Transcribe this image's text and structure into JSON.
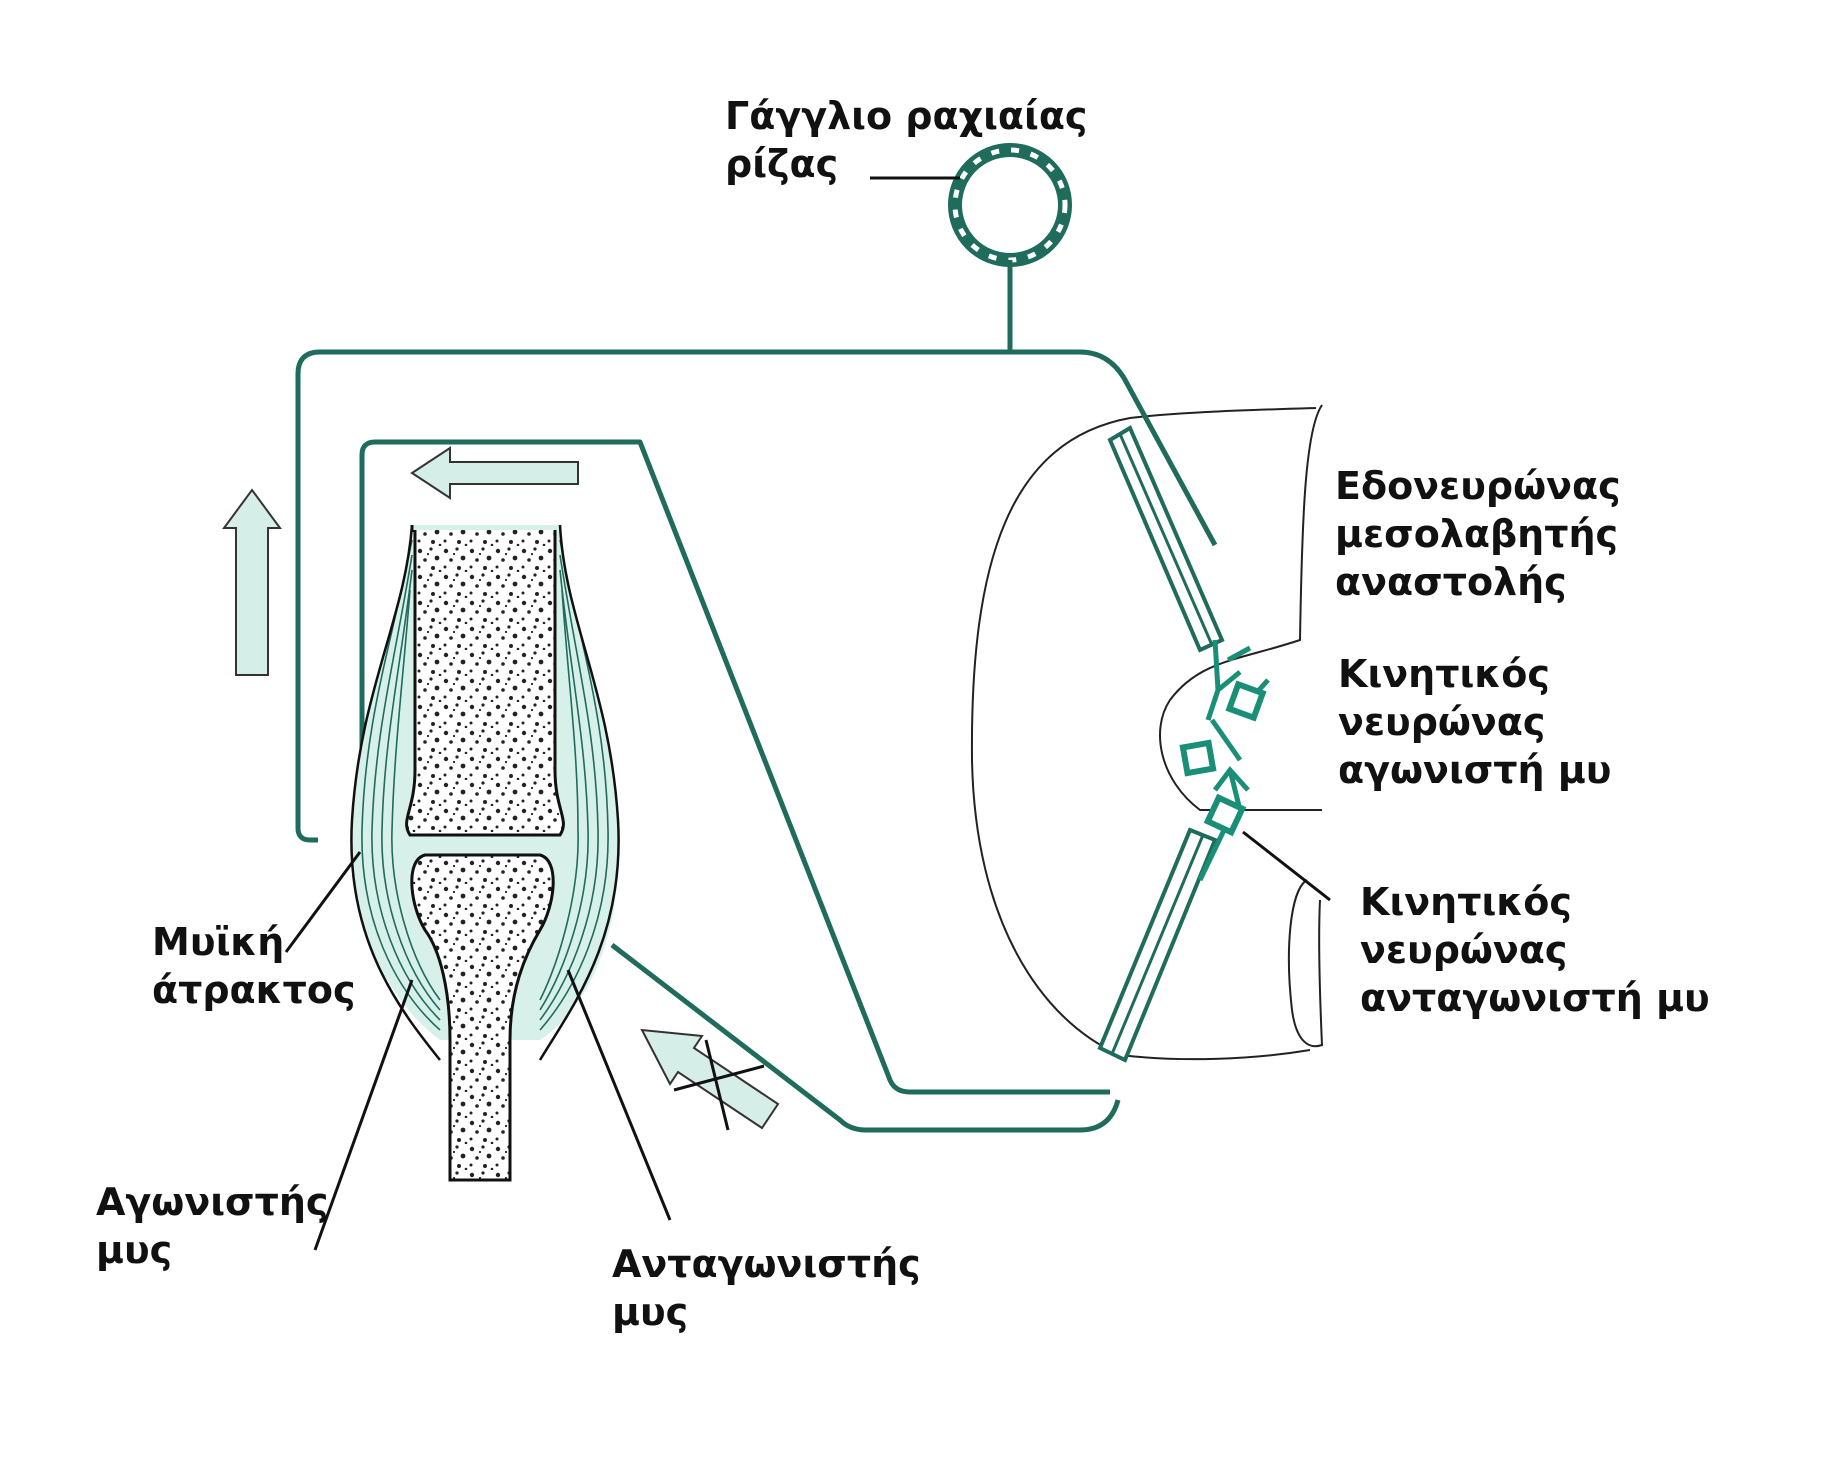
{
  "diagram": {
    "labels": {
      "ganglion": [
        "Γάγγλιο ραχιαίας",
        "ρίζας"
      ],
      "interneuron": [
        "Εδονευρώνας",
        "μεσολαβητής",
        "αναστολής"
      ],
      "agonist_motor_neuron": [
        "Κινητικός",
        "νευρώνας",
        "αγωνιστή μυ"
      ],
      "antagonist_motor_neuron": [
        "Κινητικός",
        "νευρώνας",
        "ανταγωνιστή μυ"
      ],
      "muscle_spindle": [
        "Μυϊκή",
        "άτρακτος"
      ],
      "agonist_muscle": [
        "Αγωνιστής",
        "μυς"
      ],
      "antagonist_muscle": [
        "Ανταγωνιστής",
        "μυς"
      ]
    },
    "colors": {
      "nerve": "#1f6b5c",
      "neuron_fill": "#1a8f77",
      "muscle_tint": "#d8f0ea",
      "arrow_fill": "#d6eee8",
      "line": "#111111"
    }
  }
}
